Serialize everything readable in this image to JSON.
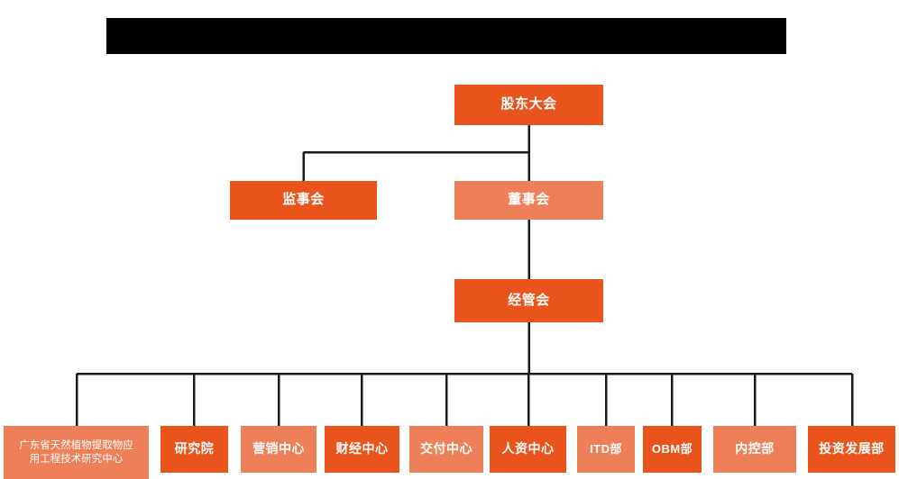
{
  "banner": {
    "label": "redacted-title-bar",
    "text": "",
    "color": "#000000"
  },
  "colors": {
    "dark_orange": "#E8541C",
    "light_orange": "#ED8059",
    "connector": "#1a1a1a",
    "background": "#FFFFFF",
    "text": "#FFFFFF"
  },
  "chart_data": {
    "type": "org-chart",
    "title": "",
    "levels": [
      {
        "level": 1,
        "nodes": [
          {
            "id": "shareholders",
            "label": "股东大会",
            "shade": "dark"
          }
        ]
      },
      {
        "level": 2,
        "nodes": [
          {
            "id": "supervisors",
            "label": "监事会",
            "shade": "dark"
          },
          {
            "id": "directors",
            "label": "董事会",
            "shade": "light"
          }
        ]
      },
      {
        "level": 3,
        "nodes": [
          {
            "id": "management",
            "label": "经管会",
            "shade": "dark"
          }
        ]
      },
      {
        "level": 4,
        "nodes": [
          {
            "id": "research-center",
            "label": "广东省天然植物提取物应用工程技术研究中心",
            "label_line1": "广东省天然植物提取物应",
            "label_line2": "用工程技术研究中心",
            "shade": "light"
          },
          {
            "id": "institute",
            "label": "研究院",
            "shade": "dark"
          },
          {
            "id": "marketing-center",
            "label": "营销中心",
            "shade": "light"
          },
          {
            "id": "finance-center",
            "label": "财经中心",
            "shade": "dark"
          },
          {
            "id": "delivery-center",
            "label": "交付中心",
            "shade": "light"
          },
          {
            "id": "hr-center",
            "label": "人资中心",
            "shade": "dark"
          },
          {
            "id": "itd-dept",
            "label": "ITD部",
            "shade": "light"
          },
          {
            "id": "obm-dept",
            "label": "OBM部",
            "shade": "dark"
          },
          {
            "id": "internal-control-dept",
            "label": "内控部",
            "shade": "light"
          },
          {
            "id": "investment-development-dept",
            "label": "投资发展部",
            "shade": "dark"
          }
        ]
      }
    ],
    "edges": [
      {
        "from": "shareholders",
        "to": "supervisors"
      },
      {
        "from": "shareholders",
        "to": "directors"
      },
      {
        "from": "directors",
        "to": "management"
      },
      {
        "from": "management",
        "to": "research-center"
      },
      {
        "from": "management",
        "to": "institute"
      },
      {
        "from": "management",
        "to": "marketing-center"
      },
      {
        "from": "management",
        "to": "finance-center"
      },
      {
        "from": "management",
        "to": "delivery-center"
      },
      {
        "from": "management",
        "to": "hr-center"
      },
      {
        "from": "management",
        "to": "itd-dept"
      },
      {
        "from": "management",
        "to": "obm-dept"
      },
      {
        "from": "management",
        "to": "internal-control-dept"
      },
      {
        "from": "management",
        "to": "investment-development-dept"
      }
    ]
  }
}
